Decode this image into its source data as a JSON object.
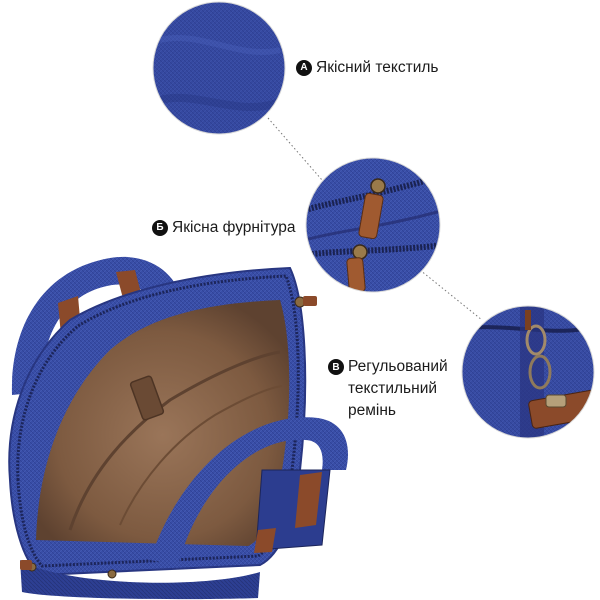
{
  "callouts": [
    {
      "badge": "A",
      "label": "Якісний текстиль"
    },
    {
      "badge": "Б",
      "label": "Якісна фурнітура"
    },
    {
      "badge": "B",
      "lines": [
        "Регульований",
        "текстильний",
        "ремінь"
      ]
    }
  ],
  "colors": {
    "fabric_blue": "#3a4fa8",
    "fabric_dark": "#24306e",
    "lining_brown": "#8a6246",
    "leather_tab": "#8b4a2a",
    "badge_bg": "#111111",
    "text": "#1b1b1b"
  },
  "image": {
    "subject": "blue canvas messenger bag, top view open",
    "detail_insets": [
      "fabric-texture",
      "zipper-hardware",
      "adjustable-strap"
    ]
  }
}
